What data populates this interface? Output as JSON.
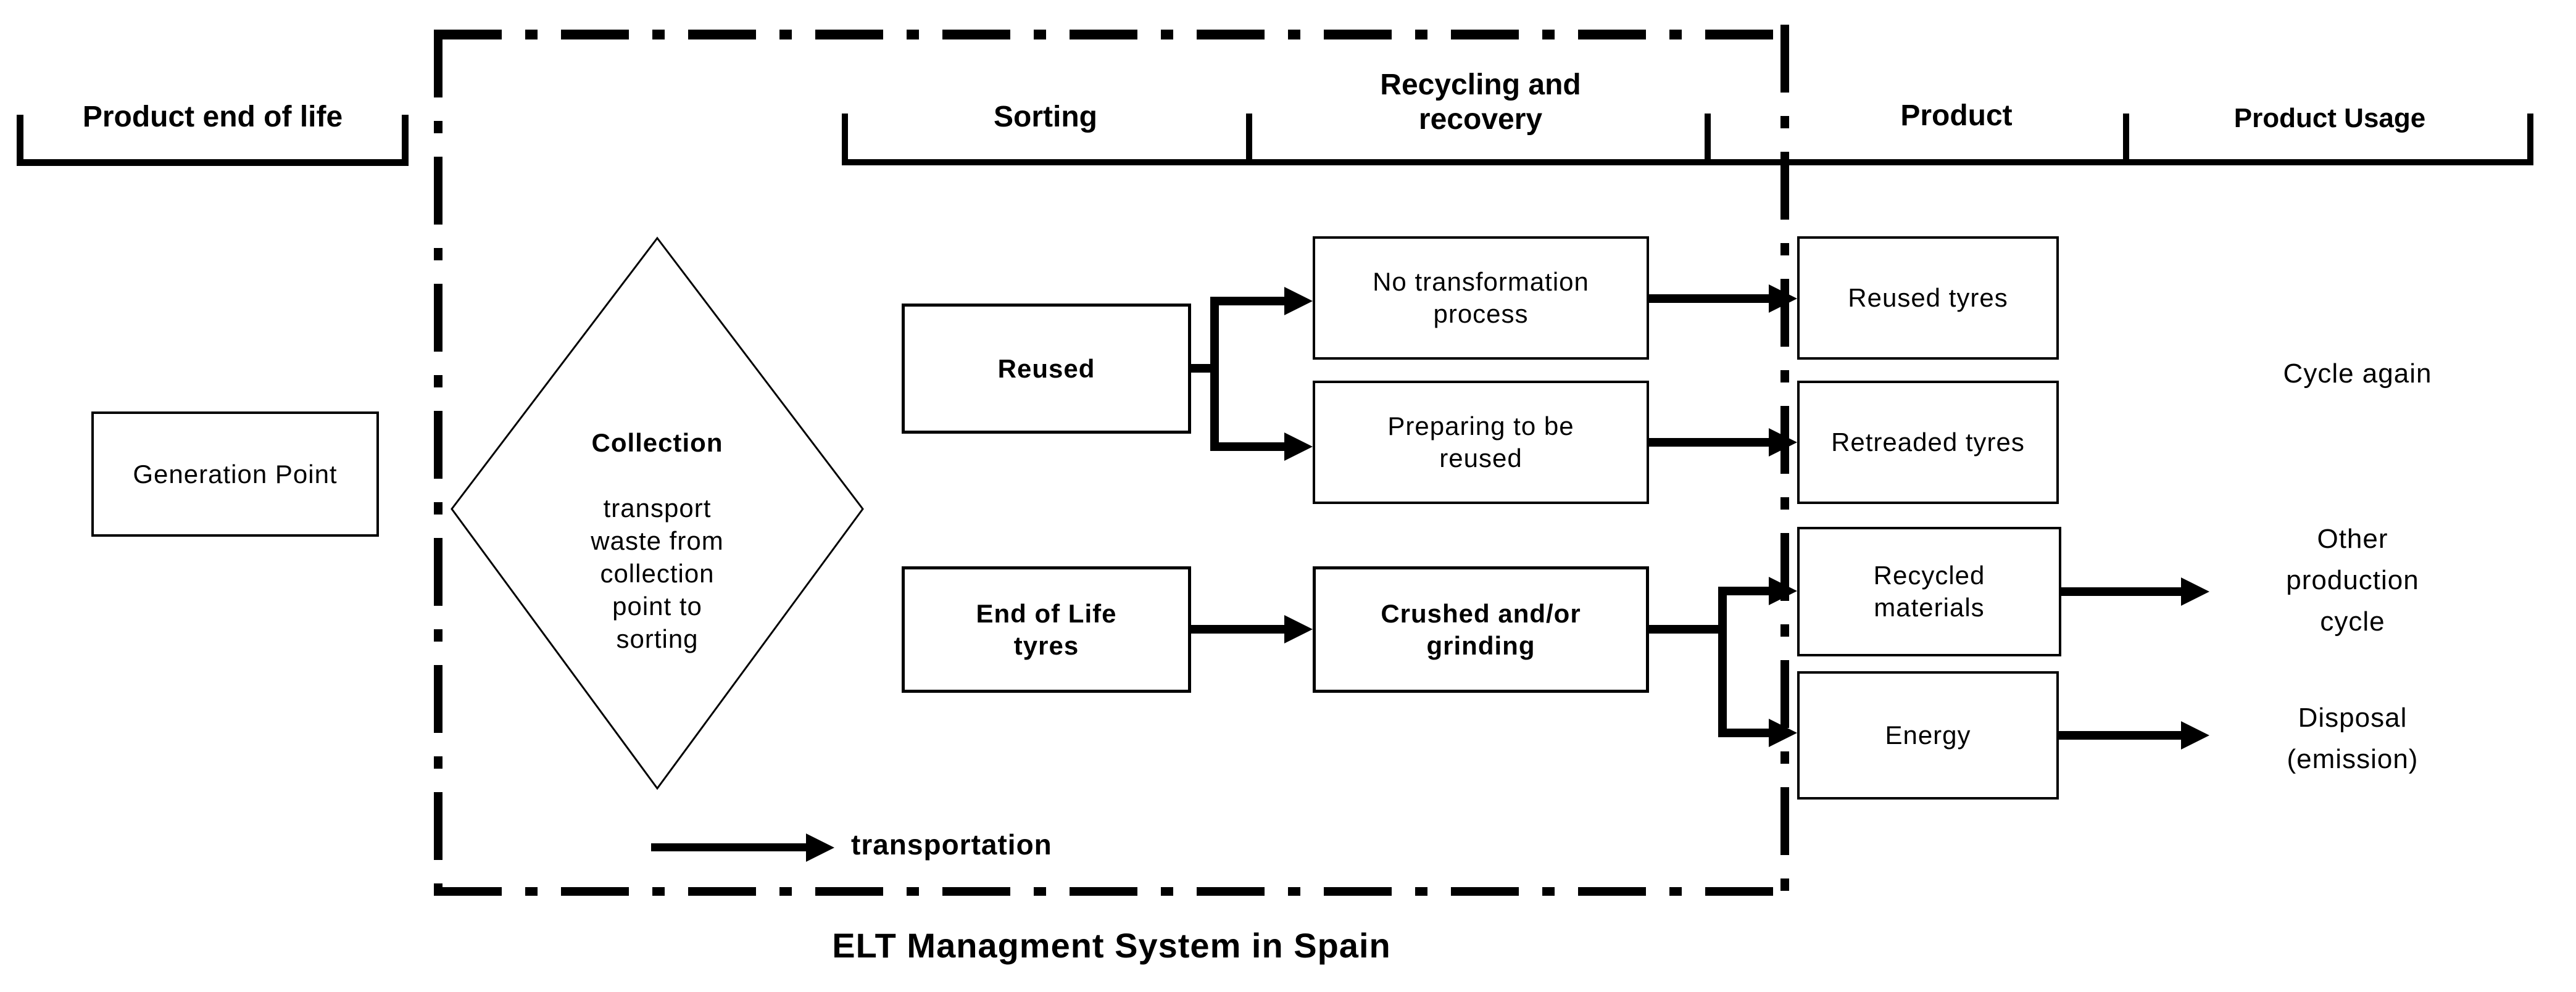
{
  "title": "ELT Managment System in Spain",
  "headers": {
    "product_end_of_life": "Product end of life",
    "sorting": "Sorting",
    "recycling_and_recovery": "Recycling and\nrecovery",
    "product": "Product",
    "product_usage": "Product Usage"
  },
  "nodes": {
    "generation_point": "Generation Point",
    "collection_title": "Collection",
    "collection_body": "transport\nwaste from\ncollection\npoint to\nsorting",
    "reused": "Reused",
    "end_of_life_tyres": "End of Life\ntyres",
    "no_transformation": "No transformation\nprocess",
    "preparing_to_be_reused": "Preparing to be\nreused",
    "crushed_grinding": "Crushed and/or\ngrinding",
    "reused_tyres": "Reused tyres",
    "retreaded_tyres": "Retreaded tyres",
    "recycled_materials": "Recycled\nmaterials",
    "energy": "Energy"
  },
  "outputs": {
    "cycle_again": "Cycle again",
    "other_production_cycle": "Other\nproduction\ncycle",
    "disposal_emission": "Disposal\n(emission)"
  },
  "legend": {
    "transportation": "transportation"
  },
  "colors": {
    "line": "#000000",
    "background": "#ffffff"
  }
}
